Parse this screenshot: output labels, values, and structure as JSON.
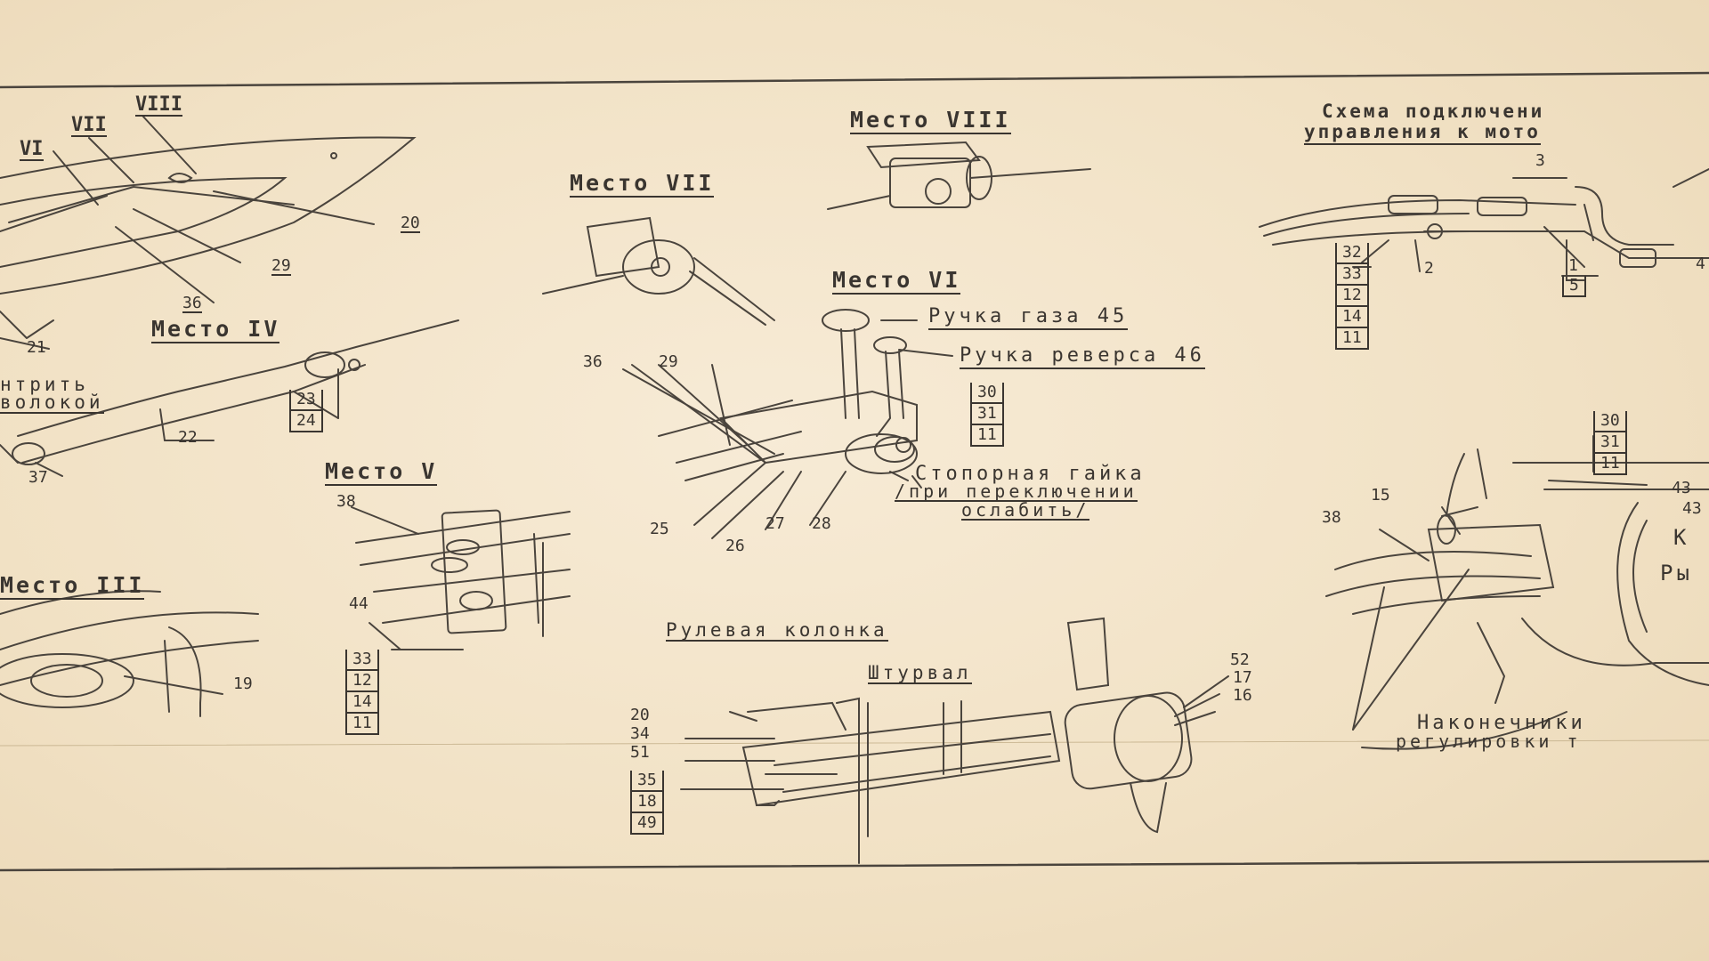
{
  "diagram": {
    "titles": {
      "mesto_viii": "Место VIII",
      "mesto_vii": "Место VII",
      "mesto_vi": "Место VI",
      "mesto_v": "Место V",
      "mesto_iv": "Место IV",
      "mesto_iii": "Место III",
      "scheme_line1": "Схема подключени",
      "scheme_line2": "управления к мото"
    },
    "captions": {
      "throttle": "Ручка газа 45",
      "reverse": "Ручка реверса 46",
      "lock_nut_1": "Стопорная гайка",
      "lock_nut_2": "/при переключении",
      "lock_nut_3": "ослабить/",
      "steering_column": "Рулевая колонка",
      "steering_wheel": "Штурвал",
      "tips_1": "Наконечники",
      "tips_2": "регулировки т",
      "left_note_1": "нтрить",
      "left_note_2": "волокой",
      "right_k": "К",
      "right_r": "Ры"
    },
    "romans": {
      "vi": "VI",
      "vii": "VII",
      "viii": "VIII"
    },
    "numbers": {
      "n20a": "20",
      "n29a": "29",
      "n36a": "36",
      "n21": "21",
      "n22": "22",
      "n37": "37",
      "n36b": "36",
      "n29b": "29",
      "n25": "25",
      "n26": "26",
      "n27": "27",
      "n28": "28",
      "n38a": "38",
      "n44": "44",
      "n19": "19",
      "n20b": "20",
      "n34": "34",
      "n51": "51",
      "n52": "52",
      "n17": "17",
      "n16": "16",
      "n3": "3",
      "n2": "2",
      "n1": "1",
      "n4": "4",
      "n15": "15",
      "n38b": "38",
      "n43a": "43",
      "n43b": "43"
    },
    "stacks": {
      "mesto_iv": [
        "23",
        "24"
      ],
      "mesto_v": [
        "33",
        "12",
        "14",
        "11"
      ],
      "mesto_vi": [
        "30",
        "31",
        "11"
      ],
      "steering": [
        "35",
        "18",
        "49"
      ],
      "scheme_left": [
        "32",
        "33",
        "12",
        "14",
        "11"
      ],
      "scheme_right": [
        "5"
      ],
      "right_mid": [
        "30",
        "31",
        "11"
      ]
    },
    "colors": {
      "paper": "#f3e3c6",
      "ink": "#3a3530"
    }
  }
}
